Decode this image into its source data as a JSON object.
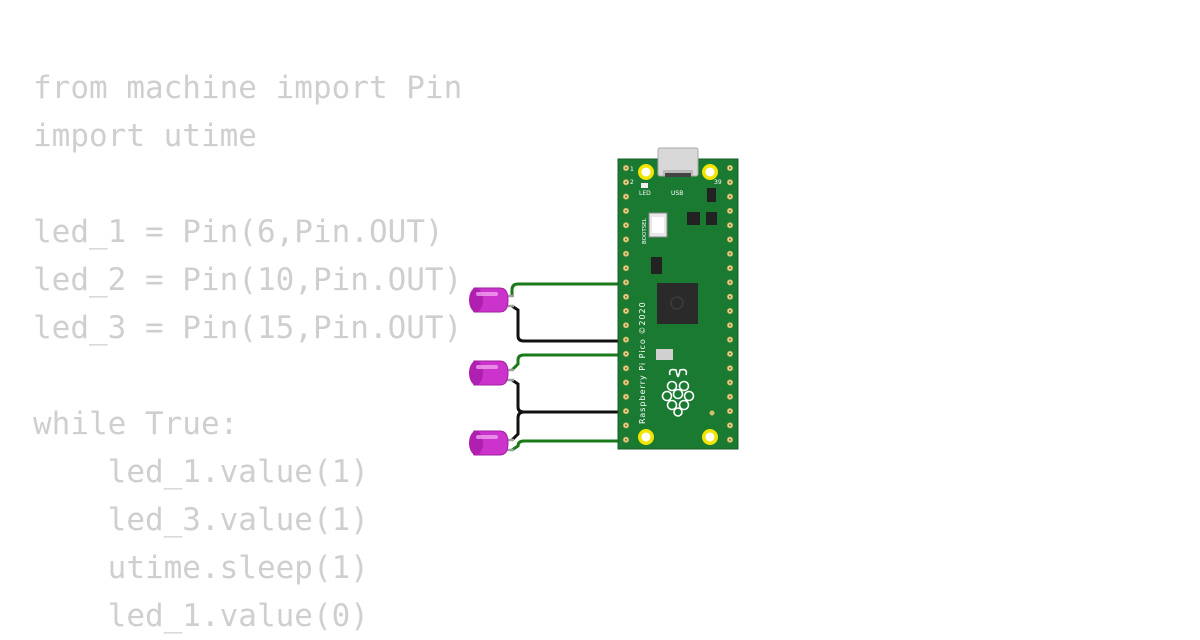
{
  "code": {
    "lines": [
      "from machine import Pin",
      "import utime",
      "",
      "led_1 = Pin(6,Pin.OUT)",
      "led_2 = Pin(10,Pin.OUT)",
      "led_3 = Pin(15,Pin.OUT)",
      "",
      "while True:",
      "    led_1.value(1)",
      "    led_3.value(1)",
      "    utime.sleep(1)",
      "    led_1.value(0)"
    ]
  },
  "board": {
    "name_label": "Raspberry Pi Pico ©2020",
    "usb_label": "USB",
    "led_label": "LED",
    "bootsel_label": "BOOTSEL",
    "pin1_label": "1",
    "pin2_label": "2",
    "pin39_label": "39",
    "color": "#1b7a32"
  },
  "leds": {
    "count": 3,
    "color": "#cc33cc"
  },
  "wires": {
    "signal_color": "#1a7a1a",
    "ground_color": "#111111"
  },
  "colors": {
    "code_text": "#cfcfcf",
    "background": "#ffffff"
  }
}
